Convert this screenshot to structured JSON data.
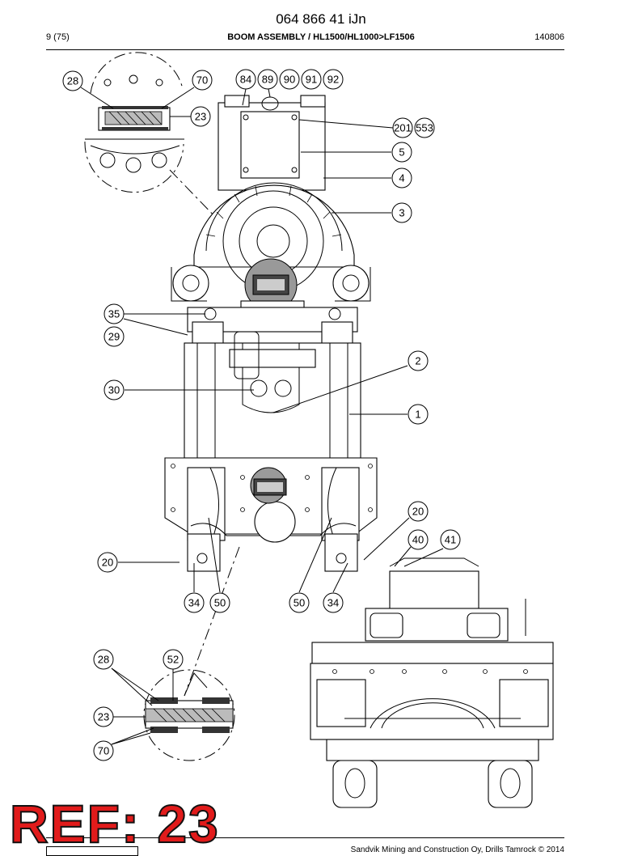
{
  "header": {
    "doc_number": "064 866 41 iJn",
    "page": "9 (75)",
    "title": "BOOM ASSEMBLY / HL1500/HL1000>LF1506",
    "code": "140806"
  },
  "stamp": "REF: 23",
  "footer": {
    "copyright": "Sandvik Mining and Construction Oy, Drills Tamrock © 2014"
  },
  "callouts": [
    "28",
    "70",
    "23",
    "84",
    "89",
    "90",
    "91",
    "92",
    "201",
    "553",
    "5",
    "4",
    "3",
    "35",
    "29",
    "2",
    "30",
    "1",
    "20",
    "40",
    "41",
    "34",
    "50",
    "52"
  ]
}
